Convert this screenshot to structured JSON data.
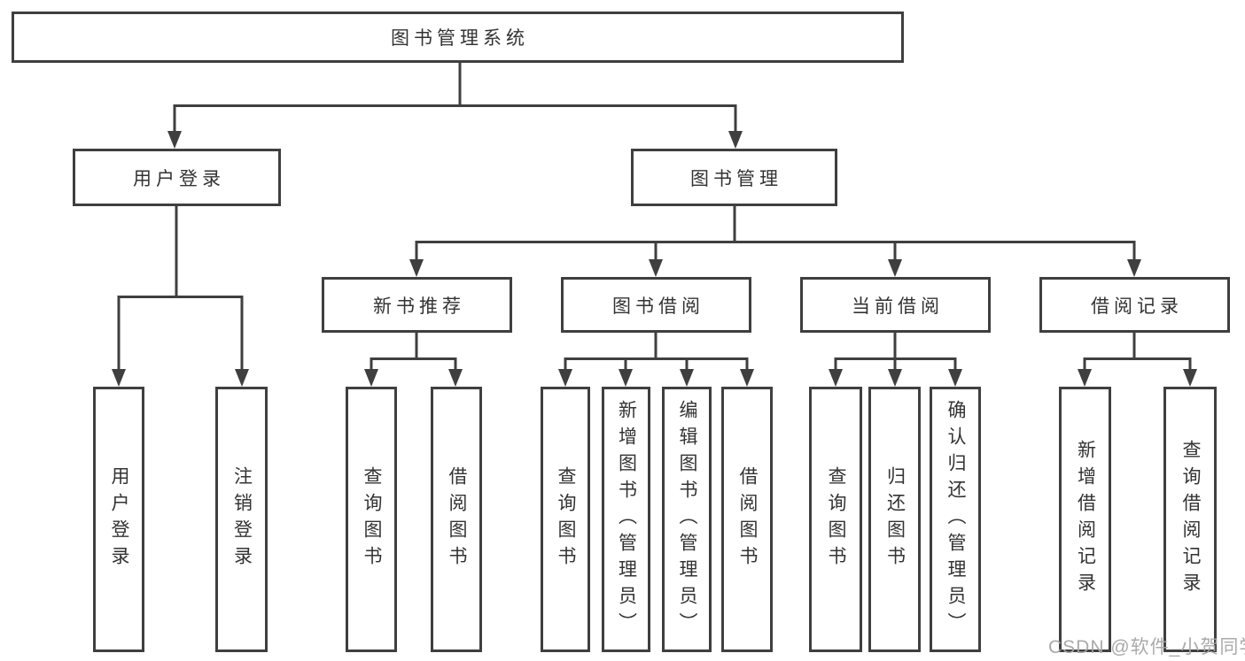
{
  "colors": {
    "line": "#3F3F3F",
    "text": "#333333",
    "watermark": "#A5A5A5",
    "background": "#FFFFFF"
  },
  "tree": {
    "root": {
      "label": "图书管理系统"
    },
    "level1": [
      {
        "label": "用户登录"
      },
      {
        "label": "图书管理"
      }
    ],
    "level2": [
      {
        "label": "新书推荐"
      },
      {
        "label": "图书借阅"
      },
      {
        "label": "当前借阅"
      },
      {
        "label": "借阅记录"
      }
    ],
    "leaves": {
      "user_login": [
        {
          "label": "用户登录"
        },
        {
          "label": "注销登录"
        }
      ],
      "new_book_recommend": [
        {
          "label": "查询图书"
        },
        {
          "label": "借阅图书"
        }
      ],
      "book_borrowing": [
        {
          "label": "查询图书"
        },
        {
          "label": "新增图书（管理员）"
        },
        {
          "label": "编辑图书（管理员）"
        },
        {
          "label": "借阅图书"
        }
      ],
      "current_borrowing": [
        {
          "label": "查询图书"
        },
        {
          "label": "归还图书"
        },
        {
          "label": "确认归还（管理员）"
        }
      ],
      "borrowing_records": [
        {
          "label": "新增借阅记录"
        },
        {
          "label": "查询借阅记录"
        }
      ]
    }
  },
  "watermark": {
    "text": "CSDN @软件_小贺同学"
  }
}
